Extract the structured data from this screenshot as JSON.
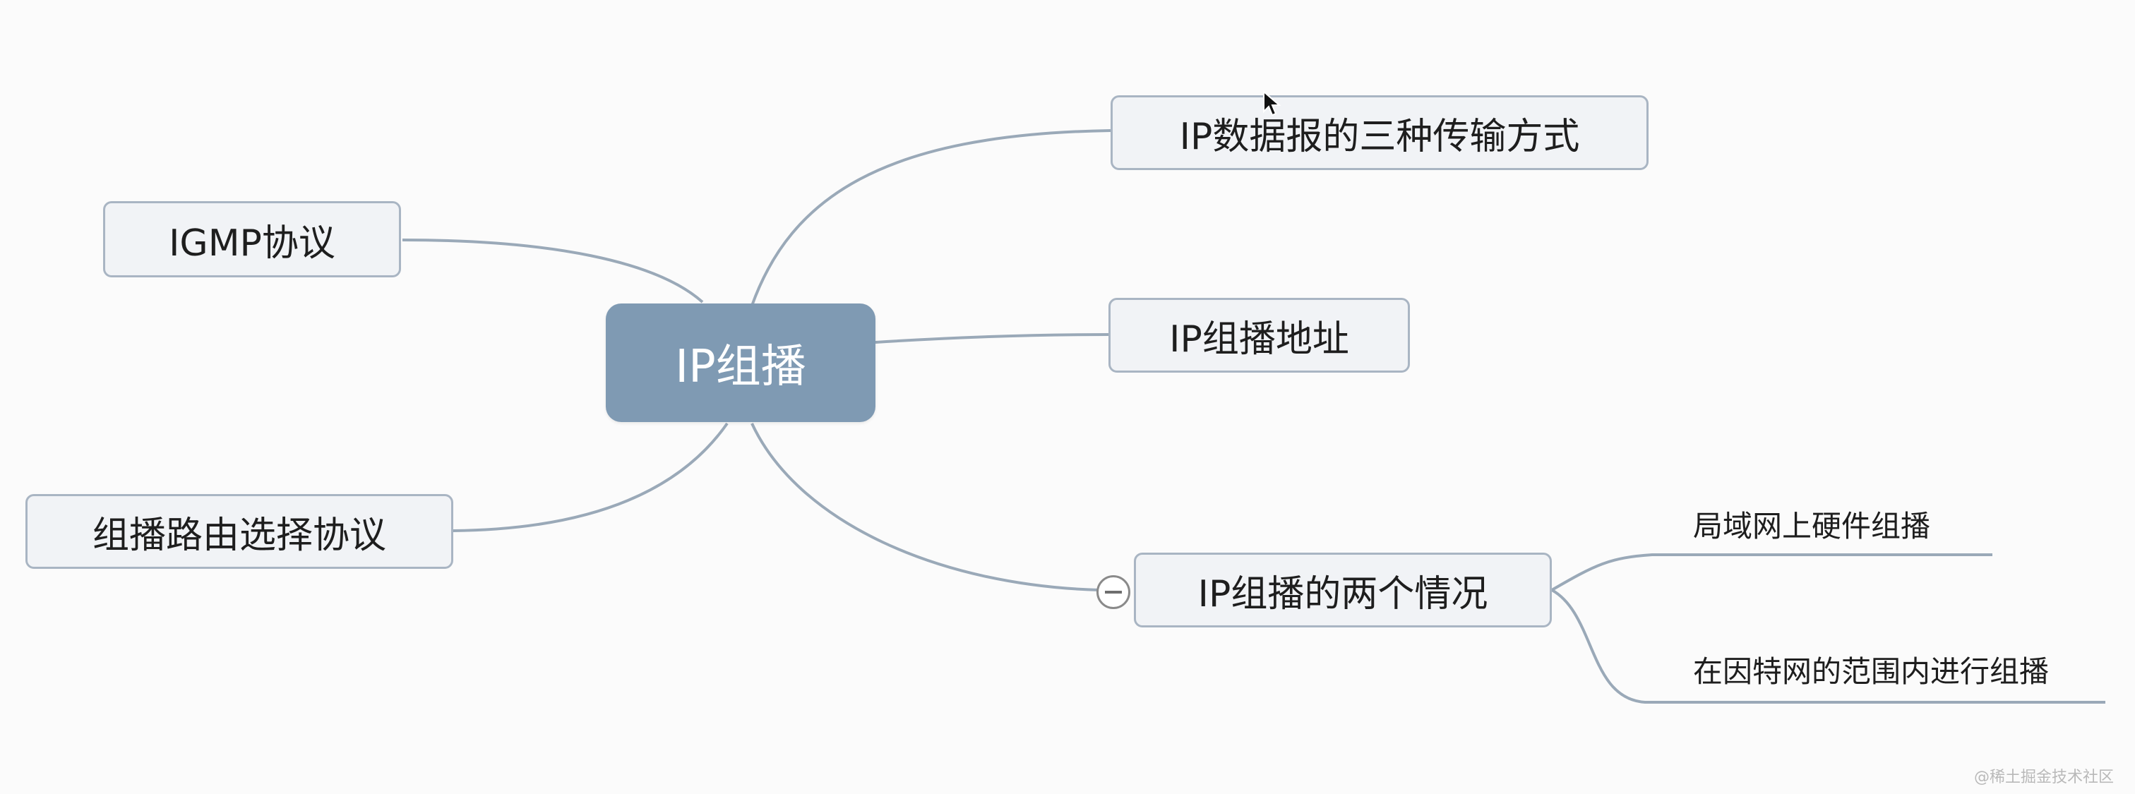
{
  "mindmap": {
    "root": {
      "label": "IP组播"
    },
    "branches": [
      {
        "label": "IP数据报的三种传输方式"
      },
      {
        "label": "IGMP协议"
      },
      {
        "label": "IP组播地址"
      },
      {
        "label": "组播路由选择协议"
      },
      {
        "label": "IP组播的两个情况",
        "collapsed": false,
        "children": [
          {
            "label": "局域网上硬件组播"
          },
          {
            "label": "在因特网的范围内进行组播"
          }
        ]
      }
    ]
  },
  "colors": {
    "root_fill": "#7f9ab3",
    "node_fill": "#f1f3f6",
    "node_border": "#a9b5c3",
    "connector": "#9aa9b8"
  },
  "watermark": {
    "text": "@稀土掘金技术社区"
  }
}
